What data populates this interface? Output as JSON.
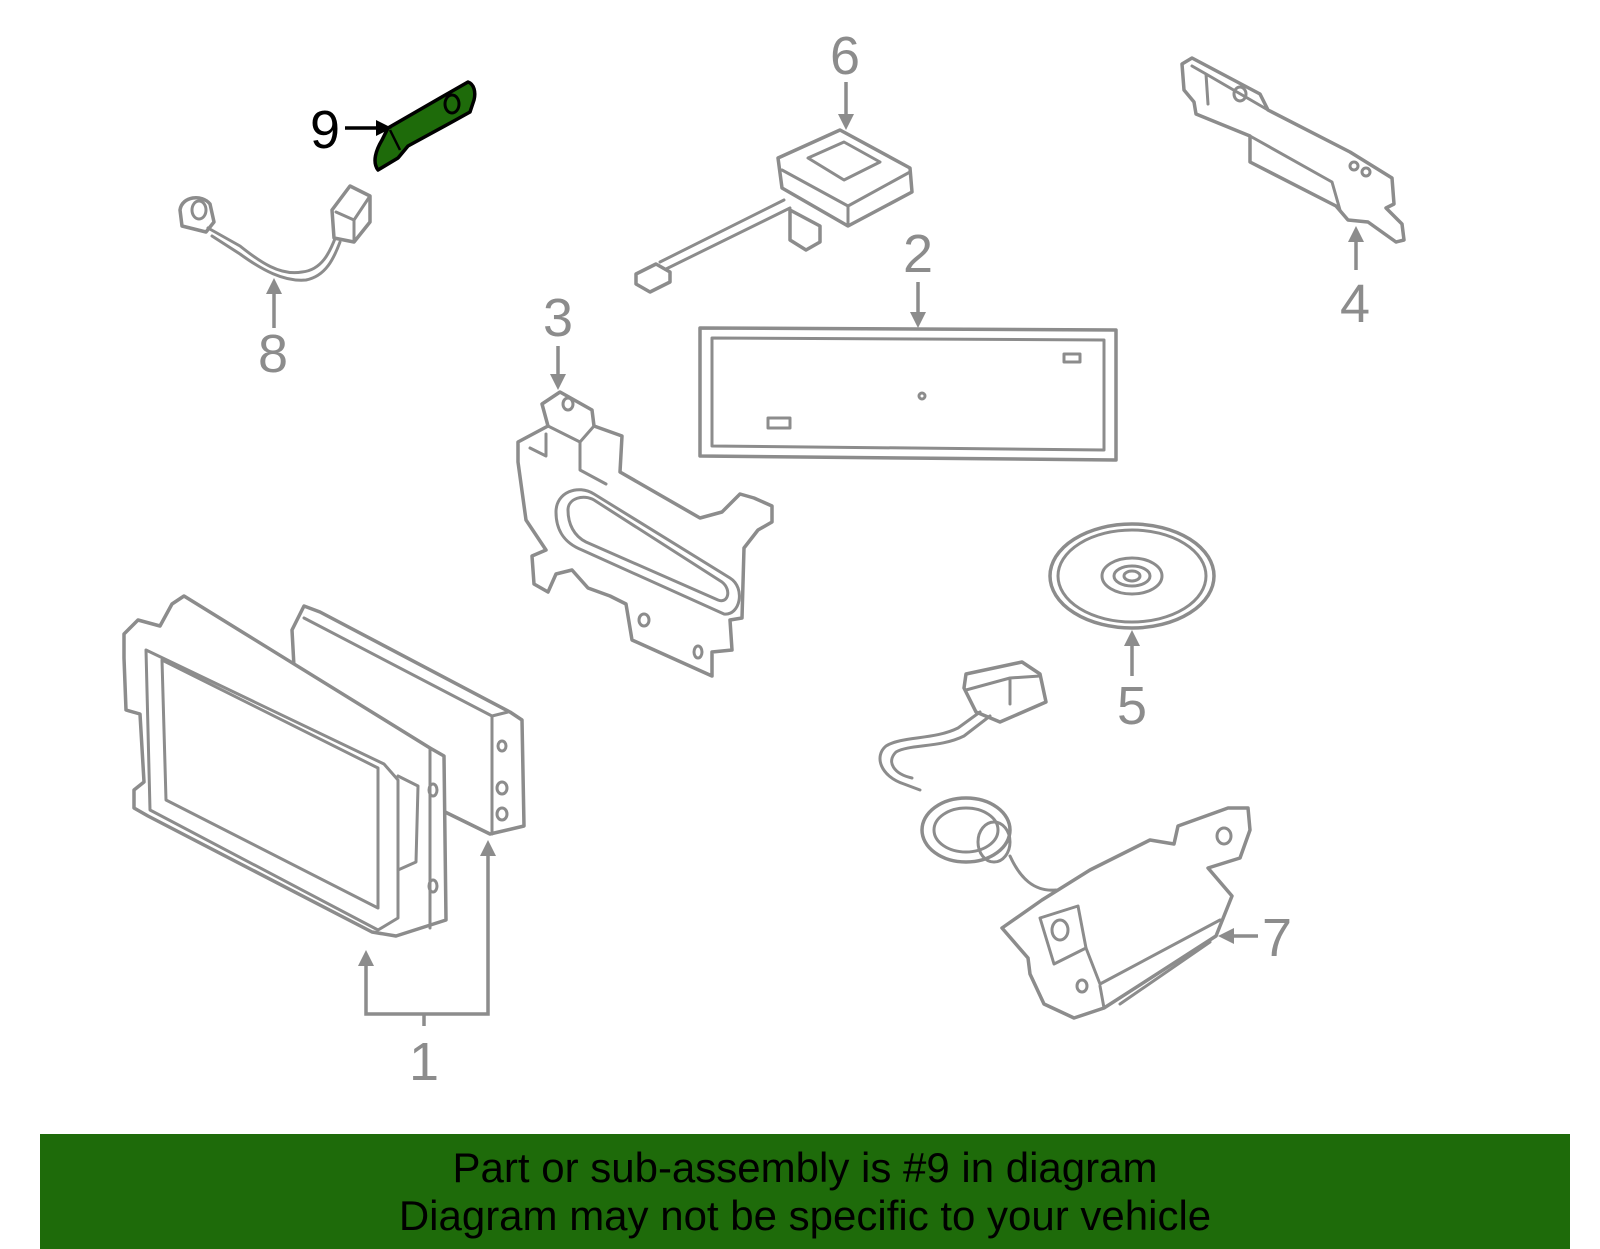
{
  "colors": {
    "highlight": "#1e6b0a",
    "banner_background": "#1e6b0a",
    "outline": "#8c8c8c",
    "active_label": "#000000"
  },
  "callouts": {
    "c1": "1",
    "c2": "2",
    "c3": "3",
    "c4": "4",
    "c5": "5",
    "c6": "6",
    "c7": "7",
    "c8": "8",
    "c9": "9"
  },
  "highlighted_part": "9",
  "banner": {
    "line1": "Part or sub-assembly is #9 in diagram",
    "line2": "Diagram may not be specific to your vehicle"
  }
}
